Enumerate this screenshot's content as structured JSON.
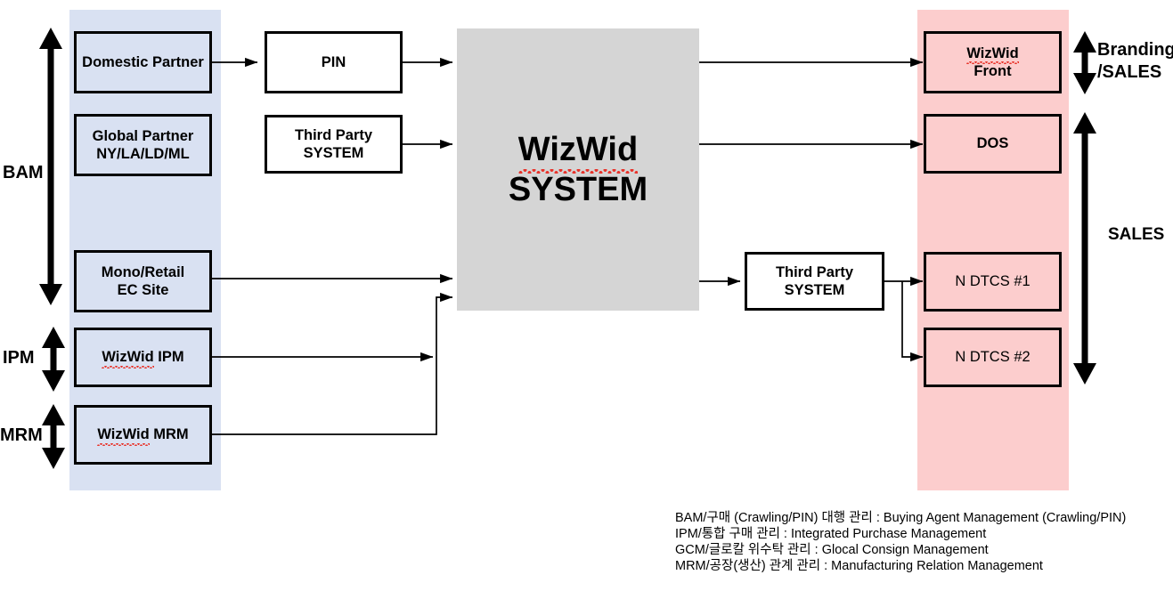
{
  "diagram": {
    "title": "WizWid SYSTEM architecture diagram",
    "colors": {
      "panel_blue": "#d9e1f2",
      "panel_pink": "#fccdcd",
      "core_gray": "#d5d5d5",
      "stroke": "#000000",
      "spellcheck_underline": "#e8342b"
    },
    "core": {
      "line1": "WizWid",
      "line2": "SYSTEM"
    },
    "left_nodes": [
      {
        "label": "Domestic Partner"
      },
      {
        "label_line1": "Global Partner",
        "label_line2": "NY/LA/LD/ML"
      },
      {
        "label_line1": "Mono/Retail",
        "label_line2": "EC Site"
      },
      {
        "label_prefix": "WizWid",
        "label_suffix": " IPM"
      },
      {
        "label_prefix": "WizWid",
        "label_suffix": " MRM"
      }
    ],
    "middle_nodes": [
      {
        "label": "PIN"
      },
      {
        "label_line1": "Third Party",
        "label_line2": "SYSTEM"
      }
    ],
    "relay_node": {
      "label_line1": "Third Party",
      "label_line2": "SYSTEM"
    },
    "right_nodes": [
      {
        "label_prefix": "WizWid",
        "label_line2": "Front"
      },
      {
        "label": "DOS"
      },
      {
        "label": "N DTCS #1"
      },
      {
        "label": "N DTCS #2"
      }
    ],
    "left_scope_labels": [
      {
        "label": "BAM"
      },
      {
        "label": "IPM"
      },
      {
        "label": "MRM"
      }
    ],
    "right_scope_labels": [
      {
        "label": "Branding\n/SALES"
      },
      {
        "label": "SALES"
      }
    ],
    "legend": [
      "BAM/구매 (Crawling/PIN) 대행 관리 : Buying Agent Management (Crawling/PIN)",
      "IPM/통합 구매 관리 : Integrated Purchase Management",
      "GCM/글로칼 위수탁 관리 : Glocal Consign Management",
      "MRM/공장(생산) 관계 관리 : Manufacturing Relation Management"
    ]
  }
}
